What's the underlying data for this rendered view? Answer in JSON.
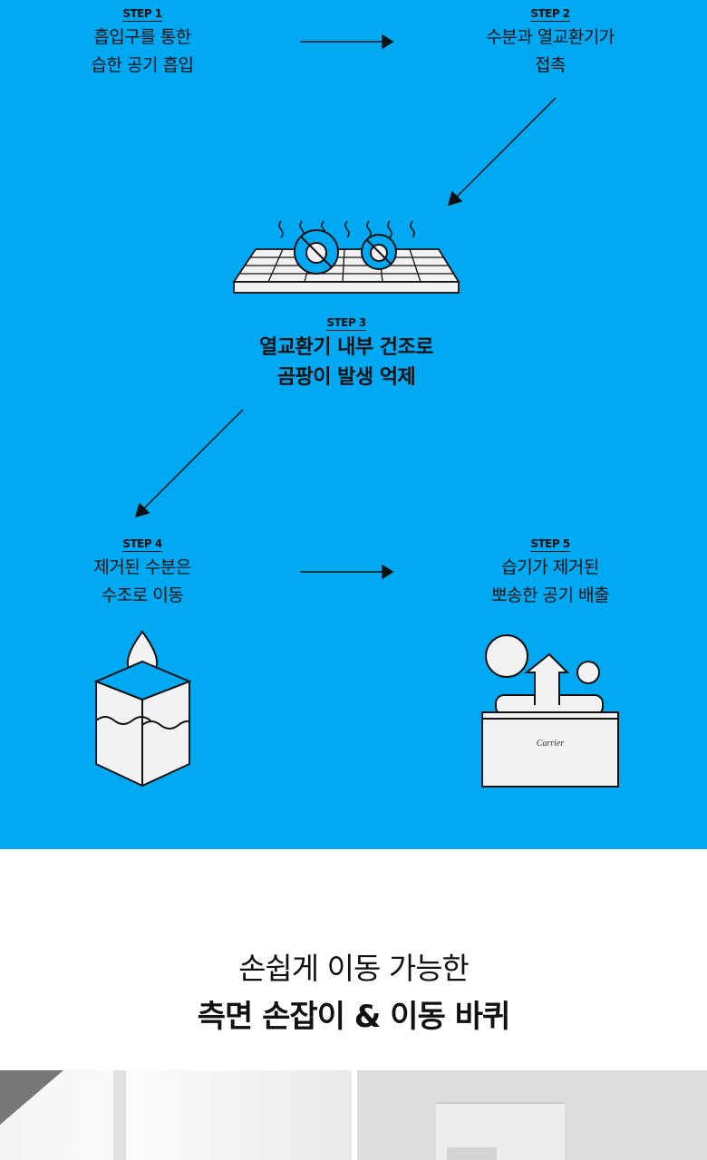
{
  "colors": {
    "accent": "#00a9f2"
  },
  "steps": [
    {
      "label": "STEP 1",
      "line1": "흡입구를 통한",
      "line2": "습한 공기 흡입"
    },
    {
      "label": "STEP 2",
      "line1": "수분과 열교환기가",
      "line2": "접촉"
    },
    {
      "label": "STEP 3",
      "line1": "열교환기 내부 건조로",
      "line2": "곰팡이 발생 억제"
    },
    {
      "label": "STEP 4",
      "line1": "제거된 수분은",
      "line2": "수조로 이동"
    },
    {
      "label": "STEP 5",
      "line1": "습기가 제거된",
      "line2": "뽀송한 공기 배출"
    }
  ],
  "product_logo": "Carrier",
  "section": {
    "line1": "손쉽게 이동 가능한",
    "line2": "측면 손잡이 & 이동 바퀴"
  },
  "icons": [
    "arrow-right-icon",
    "arrow-down-left-icon",
    "heat-exchanger-icon",
    "virus-blocked-icon",
    "water-tank-icon",
    "dehumidifier-icon"
  ]
}
